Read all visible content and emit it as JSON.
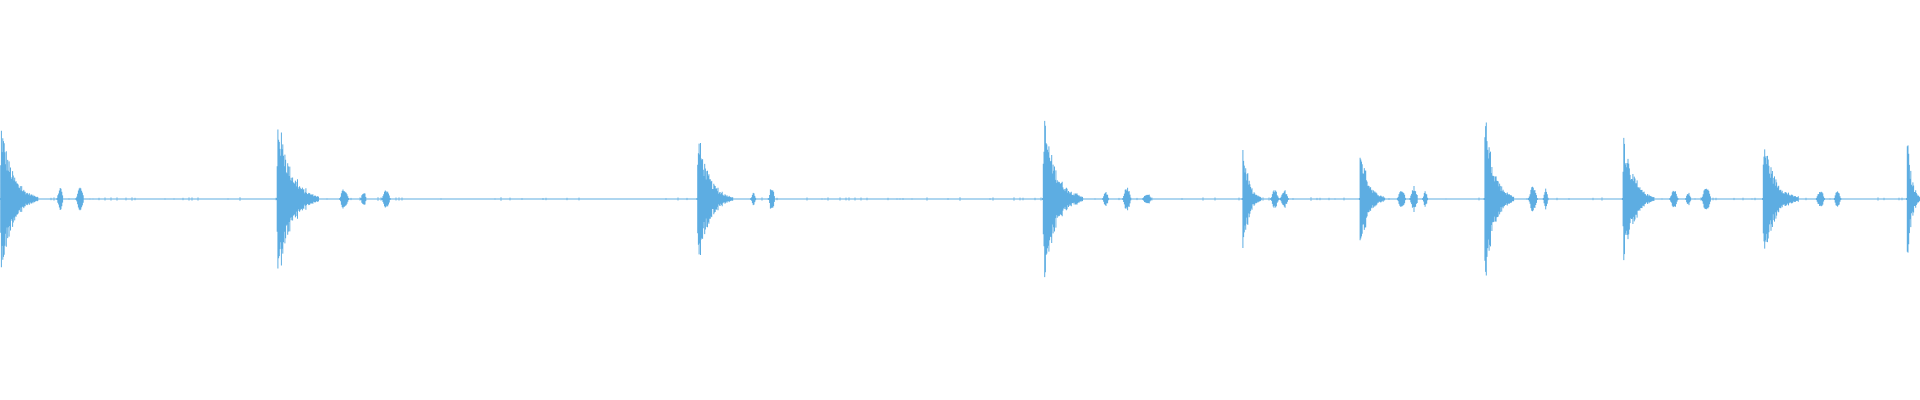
{
  "waveform": {
    "color": "#5dade2",
    "events": [
      {
        "onset": 0.0,
        "peak": 0.84,
        "width": 0.018
      },
      {
        "onset": 0.144,
        "peak": 0.94,
        "width": 0.02
      },
      {
        "onset": 0.363,
        "peak": 0.74,
        "width": 0.017
      },
      {
        "onset": 0.543,
        "peak": 0.92,
        "width": 0.019
      },
      {
        "onset": 0.647,
        "peak": 0.62,
        "width": 0.009
      },
      {
        "onset": 0.708,
        "peak": 0.64,
        "width": 0.012
      },
      {
        "onset": 0.773,
        "peak": 0.98,
        "width": 0.014
      },
      {
        "onset": 0.845,
        "peak": 0.78,
        "width": 0.015
      },
      {
        "onset": 0.918,
        "peak": 0.7,
        "width": 0.017
      },
      {
        "onset": 0.993,
        "peak": 0.72,
        "width": 0.007
      }
    ]
  }
}
